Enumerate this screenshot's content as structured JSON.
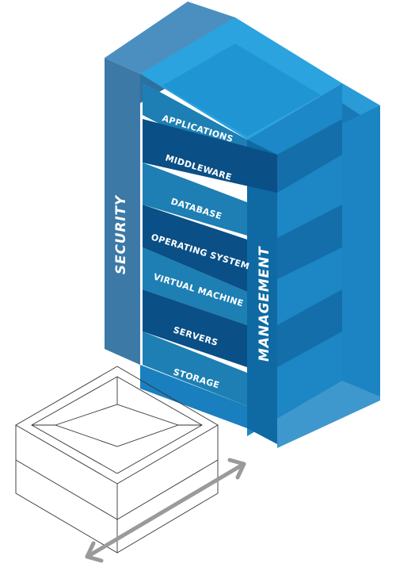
{
  "diagram": {
    "layers": [
      {
        "label": "APPLICATIONS"
      },
      {
        "label": "MIDDLEWARE"
      },
      {
        "label": "DATABASE"
      },
      {
        "label": "OPERATING SYSTEM"
      },
      {
        "label": "VIRTUAL MACHINE"
      },
      {
        "label": "SERVERS"
      },
      {
        "label": "STORAGE"
      }
    ],
    "pillars": {
      "left": "SECURITY",
      "right": "MANAGEMENT"
    }
  },
  "colors": {
    "light_tier": "#1d7fb3",
    "dark_tier": "#0a4f86",
    "front_face": "#1c88c7",
    "security_pillar": "#3c79a6",
    "management_face": "#0f6aa4",
    "wireframe": "#333333",
    "arrow": "#9a9a9a"
  }
}
